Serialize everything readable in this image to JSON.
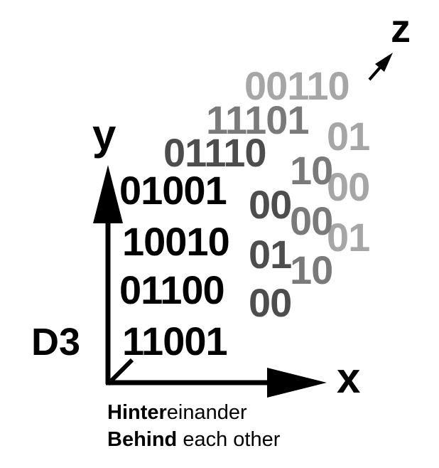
{
  "axes": {
    "x_label": "x",
    "y_label": "y",
    "z_label": "z",
    "dimension_label": "D3"
  },
  "layers": [
    {
      "depth": 3,
      "color": "#a6a6a6",
      "rows": [
        "00110",
        "01",
        "00",
        "01"
      ]
    },
    {
      "depth": 2,
      "color": "#7a7a7a",
      "rows": [
        "11101",
        "10",
        "00",
        "10"
      ]
    },
    {
      "depth": 1,
      "color": "#4d4d4d",
      "rows": [
        "01110",
        "00",
        "01",
        "00"
      ]
    },
    {
      "depth": 0,
      "color": "#000000",
      "rows": [
        "01001",
        "10010",
        "01100",
        "11001"
      ]
    }
  ],
  "caption": {
    "line1_bold": "Hinter",
    "line1_rest": "einander",
    "line2_bold": "Behind",
    "line2_rest": " each other"
  }
}
